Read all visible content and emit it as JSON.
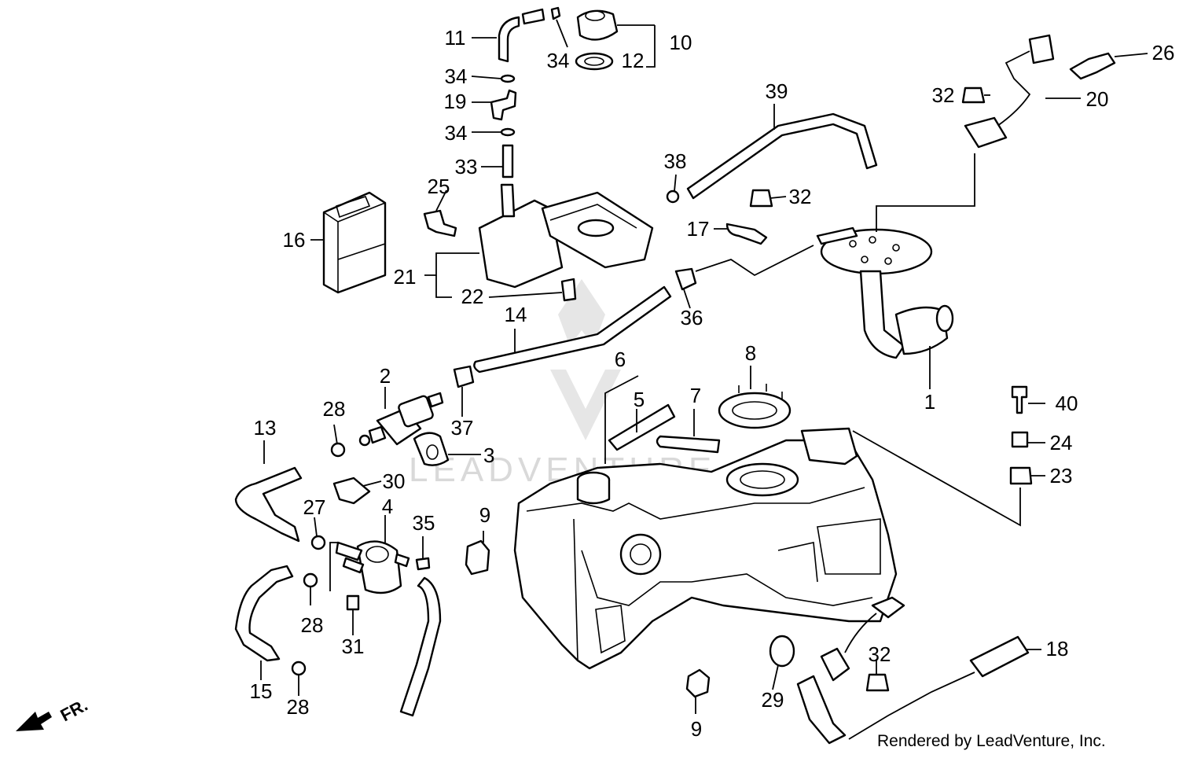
{
  "diagram": {
    "labels": [
      "1",
      "2",
      "3",
      "4",
      "5",
      "6",
      "7",
      "8",
      "9",
      "9",
      "10",
      "11",
      "12",
      "13",
      "14",
      "15",
      "16",
      "17",
      "18",
      "19",
      "20",
      "21",
      "22",
      "23",
      "24",
      "25",
      "26",
      "27",
      "28",
      "28",
      "28",
      "29",
      "30",
      "31",
      "32",
      "32",
      "32",
      "33",
      "34",
      "34",
      "34",
      "35",
      "36",
      "37",
      "38",
      "39",
      "40"
    ],
    "direction_label": "FR.",
    "watermark": "LEADVENTURE"
  },
  "footer": {
    "credit": "Rendered by LeadVenture, Inc."
  }
}
